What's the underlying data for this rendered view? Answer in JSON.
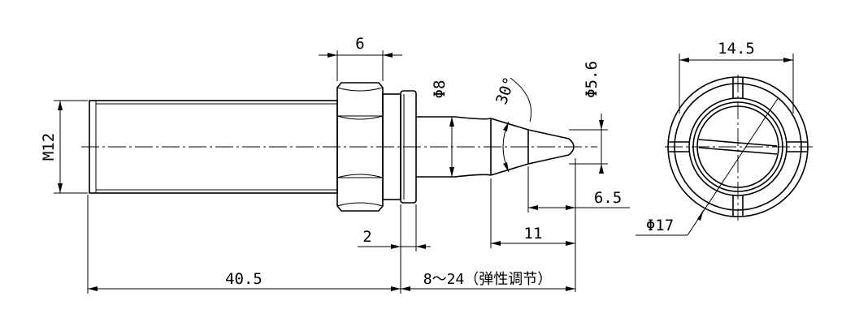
{
  "drawing": {
    "dimensions": {
      "hex_width": "6",
      "thread": "M12",
      "shaft_diameter": "Φ8",
      "taper_angle": "30°",
      "tip_diameter": "Φ5.6",
      "tip_length": "6.5",
      "cone_length": "11",
      "washer_thickness": "2",
      "body_length": "40.5",
      "adjust_range": "8～24（弹性调节）",
      "end_view_width": "14.5",
      "end_view_diameter": "Φ17"
    }
  }
}
